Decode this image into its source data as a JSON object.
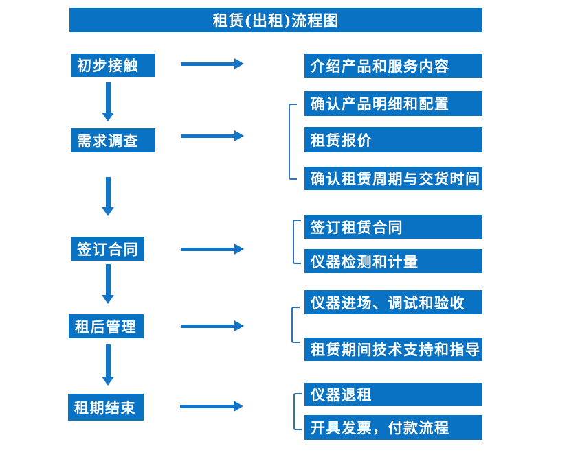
{
  "title": "租赁(出租)流程图",
  "steps": [
    "初步接触",
    "需求调查",
    "签订合同",
    "租后管理",
    "租期结束"
  ],
  "details": [
    "介绍产品和服务内容",
    "确认产品明细和配置",
    "租赁报价",
    "确认租赁周期与交货时间",
    "签订租赁合同",
    "仪器检测和计量",
    "仪器进场、调试和验收",
    "租赁期间技术支持和指导",
    "仪器退租",
    "开具发票，付款流程"
  ],
  "colors": {
    "box_blue": "#0a72c2",
    "arrow_blue": "#1374c8",
    "bracket_blue": "#2e75b6",
    "text_white": "#ffffff"
  }
}
